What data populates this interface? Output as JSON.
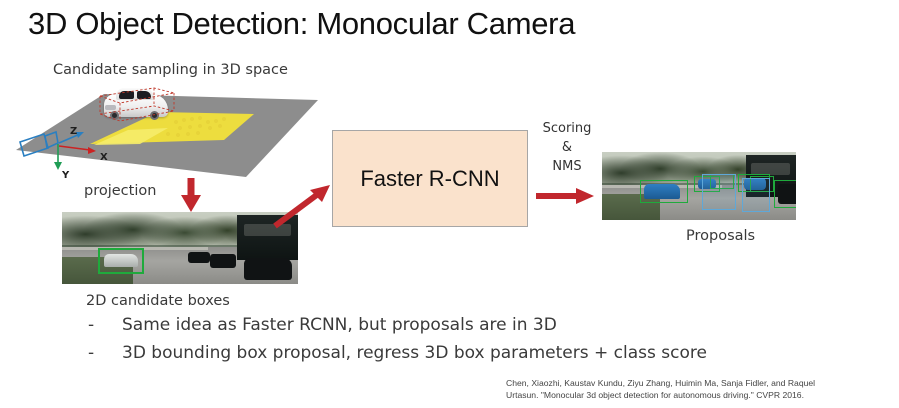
{
  "slide": {
    "title": "3D Object Detection: Monocular Camera"
  },
  "diagram": {
    "scene3d_caption": "Candidate sampling in 3D space",
    "axes": {
      "z_label": "Z",
      "x_label": "X",
      "y_label": "Y",
      "z_color": "#2a7fc1",
      "x_color": "#cc2222",
      "y_color": "#1f9d55"
    },
    "projection_label": "projection",
    "candidate_boxes_caption": "2D candidate boxes",
    "rcnn": {
      "label": "Faster R-CNN",
      "fill_color": "#fae2cc",
      "border_color": "#a6a6a6"
    },
    "scoring": {
      "line1": "Scoring",
      "line2": "&",
      "line3": "NMS"
    },
    "proposals_caption": "Proposals",
    "arrow_color": "#c1272d",
    "box_green": "#1faa3c",
    "box_red_dashed": "#c0392b"
  },
  "bullets": [
    {
      "dash": "-",
      "text": "Same idea as Faster RCNN, but proposals are in 3D"
    },
    {
      "dash": "-",
      "text": "3D bounding box proposal, regress 3D box parameters + class score"
    }
  ],
  "citation": {
    "line1": "Chen, Xiaozhi, Kaustav Kundu, Ziyu Zhang, Huimin Ma, Sanja Fidler, and Raquel",
    "line2": "Urtasun. \"Monocular 3d object detection for autonomous driving.\" CVPR 2016."
  }
}
